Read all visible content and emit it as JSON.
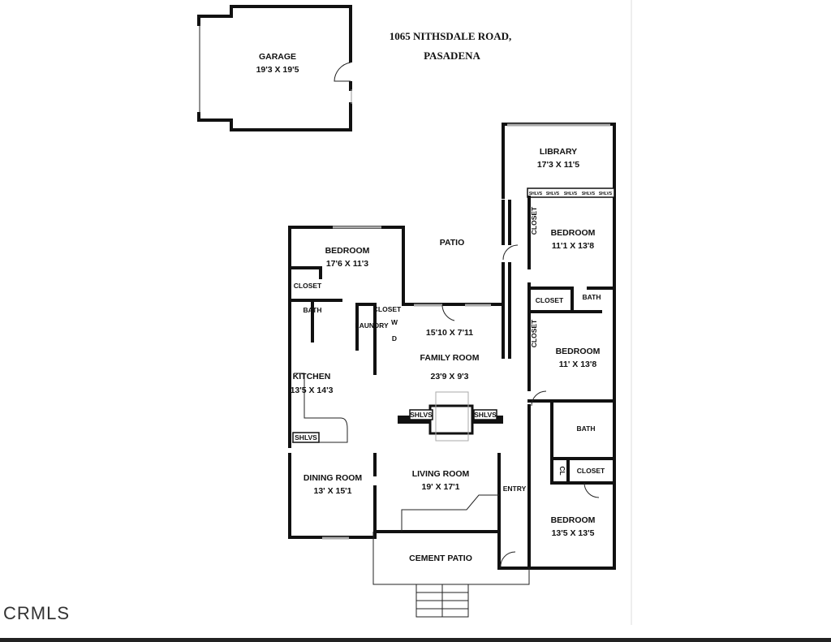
{
  "header": {
    "address_line1": "1065 NITHSDALE ROAD,",
    "address_line2": "PASADENA"
  },
  "rooms": {
    "garage": {
      "name": "GARAGE",
      "dims": "19'3 X 19'5"
    },
    "library": {
      "name": "LIBRARY",
      "dims": "17'3 X 11'5"
    },
    "bedroom_nw": {
      "name": "BEDROOM",
      "dims": "17'6 X 11'3"
    },
    "patio": {
      "name": "PATIO"
    },
    "bedroom_ne1": {
      "name": "BEDROOM",
      "dims": "11'1 X 13'8"
    },
    "bedroom_ne2": {
      "name": "BEDROOM",
      "dims": "11' X 13'8"
    },
    "family_room": {
      "name": "FAMILY ROOM",
      "dims_upper": "15'10 X 7'11",
      "dims": "23'9 X 9'3"
    },
    "kitchen": {
      "name": "KITCHEN",
      "dims": "13'5 X 14'3"
    },
    "dining_room": {
      "name": "DINING ROOM",
      "dims": "13' X 15'1"
    },
    "living_room": {
      "name": "LIVING ROOM",
      "dims": "19' X 17'1"
    },
    "bedroom_se": {
      "name": "BEDROOM",
      "dims": "13'5 X 13'5"
    },
    "cement_patio": {
      "name": "CEMENT PATIO"
    },
    "entry": {
      "name": "ENTRY"
    }
  },
  "small_labels": {
    "closet": "CLOSET",
    "bath": "BATH",
    "laundry": "LAUNDRY",
    "shlvs": "SHLVS",
    "cl": "CL",
    "washer": "W",
    "dryer": "D"
  },
  "logo": {
    "text": "CRMLS"
  }
}
